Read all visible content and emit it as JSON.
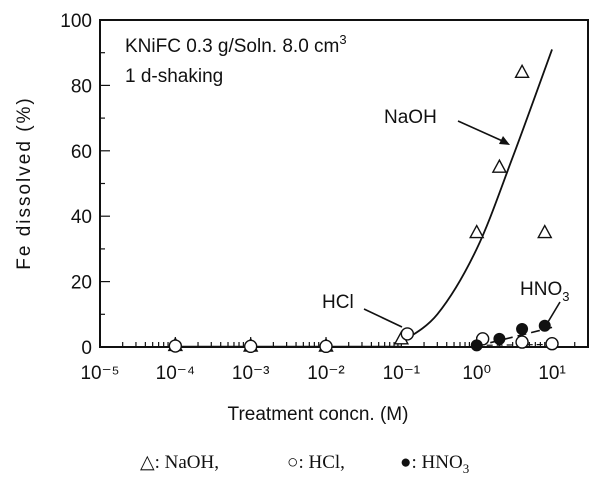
{
  "chart_data": {
    "type": "scatter",
    "x_scale": "log",
    "xlim": [
      1e-05,
      30
    ],
    "ylim": [
      0,
      100
    ],
    "xlabel": "Treatment concn. (M)",
    "ylabel": "Fe dissolved (%)",
    "x_tick_labels": [
      "10⁻⁵",
      "10⁻⁴",
      "10⁻³",
      "10⁻²",
      "10⁻¹",
      "10⁰",
      "10¹"
    ],
    "x_tick_values": [
      1e-05,
      0.0001,
      0.001,
      0.01,
      0.1,
      1,
      10
    ],
    "y_tick_labels": [
      "0",
      "20",
      "40",
      "60",
      "80",
      "100"
    ],
    "y_tick_values": [
      0,
      20,
      40,
      60,
      80,
      100
    ],
    "annotation_line1_main": "KNiFC 0.3 g/Soln. 8.0 cm",
    "annotation_line1_sup": "3",
    "annotation_line2": "1 d-shaking",
    "series": [
      {
        "name": "NaOH",
        "marker": "triangle-open",
        "points": [
          {
            "x": 0.0001,
            "y": 0.5
          },
          {
            "x": 0.001,
            "y": 0.3
          },
          {
            "x": 0.01,
            "y": 0.3
          },
          {
            "x": 0.1,
            "y": 2.5
          },
          {
            "x": 1,
            "y": 35
          },
          {
            "x": 2,
            "y": 55
          },
          {
            "x": 4,
            "y": 84
          },
          {
            "x": 8,
            "y": 35
          }
        ],
        "curve": [
          {
            "x": 0.1,
            "y": 1.5
          },
          {
            "x": 0.3,
            "y": 10
          },
          {
            "x": 1,
            "y": 30
          },
          {
            "x": 3,
            "y": 58
          },
          {
            "x": 10,
            "y": 91
          }
        ]
      },
      {
        "name": "HCl",
        "marker": "circle-open",
        "points": [
          {
            "x": 0.0001,
            "y": 0.3
          },
          {
            "x": 0.001,
            "y": 0.2
          },
          {
            "x": 0.01,
            "y": 0.2
          },
          {
            "x": 0.12,
            "y": 4
          },
          {
            "x": 1.2,
            "y": 2.5
          },
          {
            "x": 4,
            "y": 1.5
          },
          {
            "x": 10,
            "y": 1
          }
        ]
      },
      {
        "name": "HNO3",
        "marker": "circle-filled",
        "points": [
          {
            "x": 1,
            "y": 0.5
          },
          {
            "x": 2,
            "y": 2.5
          },
          {
            "x": 4,
            "y": 5.5
          },
          {
            "x": 8,
            "y": 6.5
          }
        ],
        "curve": [
          {
            "x": 1,
            "y": 0.3
          },
          {
            "x": 3,
            "y": 3
          },
          {
            "x": 10,
            "y": 6
          }
        ]
      }
    ],
    "labels": {
      "naoh": "NaOH",
      "hcl": "HCl",
      "hno3_main": "HNO",
      "hno3_sub": "3"
    },
    "legend": {
      "entries": [
        {
          "symbol": "△",
          "text": ": NaOH,"
        },
        {
          "symbol": "○",
          "text": ": HCl,"
        },
        {
          "symbol": "●",
          "text": ": HNO",
          "sub": "3"
        }
      ]
    }
  }
}
